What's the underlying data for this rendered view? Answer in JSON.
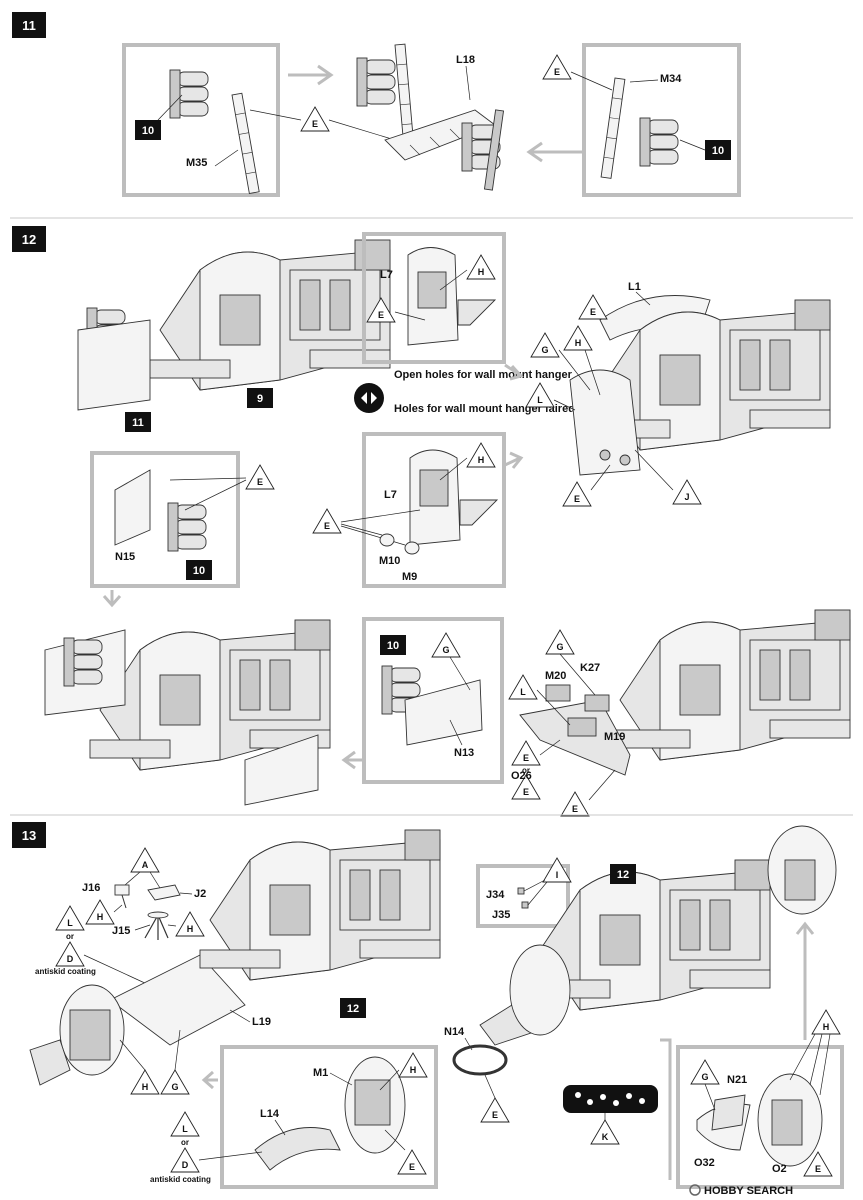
{
  "steps": [
    {
      "number": "11"
    },
    {
      "number": "12"
    },
    {
      "number": "13"
    }
  ],
  "step11": {
    "sub_refs": {
      "left": "10",
      "right": "10"
    },
    "parts": {
      "m35": "M35",
      "l18": "L18",
      "m34": "M34"
    },
    "paint": {
      "e1": "E",
      "e2": "E"
    }
  },
  "step12": {
    "sub_refs": {
      "s11": "11",
      "s9": "9",
      "s10a": "10",
      "s10b": "10"
    },
    "parts": {
      "l7a": "L7",
      "l7b": "L7",
      "l1": "L1",
      "n15": "N15",
      "m10": "M10",
      "m9": "M9",
      "n13": "N13",
      "m20": "M20",
      "k27": "K27",
      "m19": "M19",
      "o26": "O26"
    },
    "option_open": "Open holes for wall mount hanger",
    "option_closed": "Holes for wall mount hanger faired over",
    "or": "or",
    "paint": [
      "E",
      "H",
      "E",
      "G",
      "H",
      "L",
      "E",
      "J",
      "E",
      "H",
      "E",
      "G",
      "G",
      "L",
      "E",
      "E",
      "E"
    ]
  },
  "step13": {
    "sub_refs": {
      "s12a": "12",
      "s12b": "12"
    },
    "parts": {
      "j16": "J16",
      "j2": "J2",
      "j15": "J15",
      "l19": "L19",
      "m1": "M1",
      "l14": "L14",
      "n14": "N14",
      "j34": "J34",
      "j35": "J35",
      "n21": "N21",
      "o32": "O32",
      "o2": "O2"
    },
    "antiskid_1": "antiskid coating",
    "antiskid_2": "antiskid coating",
    "or": "or",
    "paint": [
      "A",
      "H",
      "H",
      "L",
      "D",
      "H",
      "G",
      "H",
      "L",
      "D",
      "E",
      "E",
      "I",
      "K",
      "G",
      "H",
      "E"
    ]
  },
  "watermark": "HOBBY SEARCH",
  "colors": {
    "frame": "#bdbdbd",
    "step_badge": "#111111",
    "part_fill": "#e6e6e6"
  }
}
